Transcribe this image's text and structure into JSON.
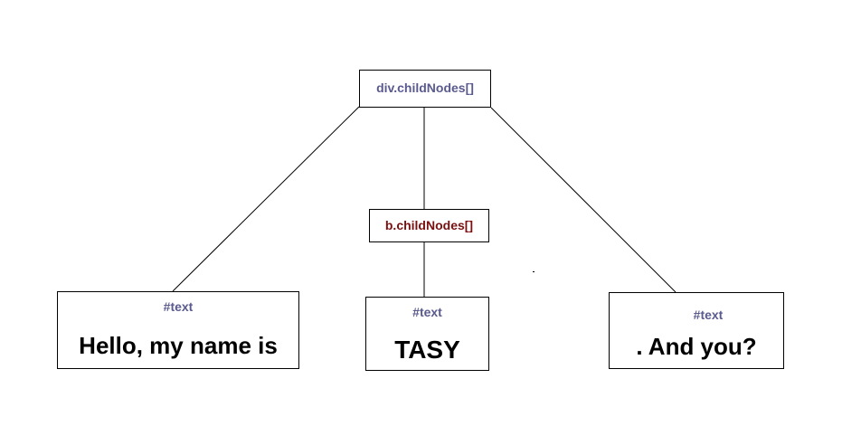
{
  "nodes": {
    "root": {
      "label": "div.childNodes[]",
      "color": "#5a5a8e"
    },
    "b": {
      "label": "b.childNodes[]",
      "color": "#7a1010"
    },
    "text_nodes": [
      {
        "type": "#text",
        "content": "Hello, my name is"
      },
      {
        "type": "#text",
        "content": "TASY"
      },
      {
        "type": "#text",
        "content": ". And you?"
      }
    ]
  },
  "edges": [
    {
      "from": "div.childNodes[]",
      "to": "#text Hello, my name is"
    },
    {
      "from": "div.childNodes[]",
      "to": "b.childNodes[]"
    },
    {
      "from": "div.childNodes[]",
      "to": "#text . And you?"
    },
    {
      "from": "b.childNodes[]",
      "to": "#text TASY"
    }
  ]
}
